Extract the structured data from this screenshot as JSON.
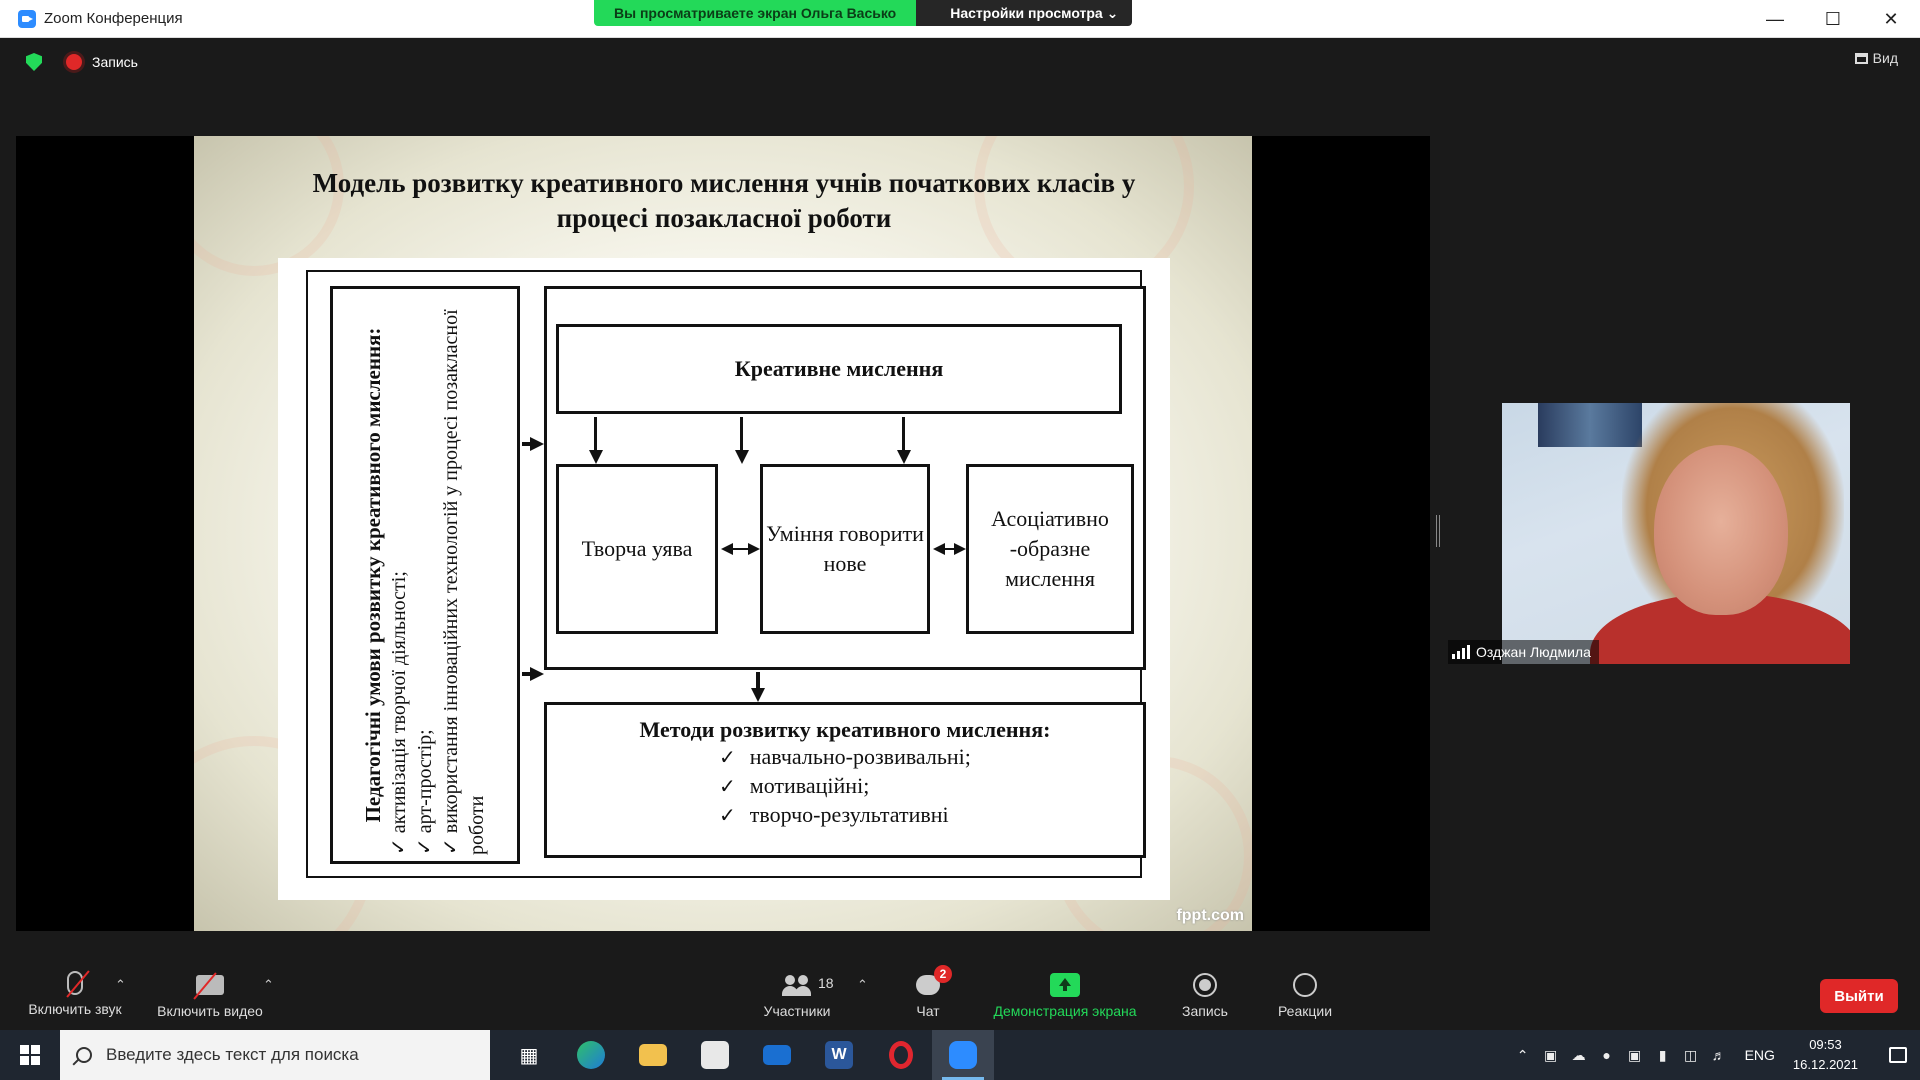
{
  "window": {
    "title": "Zoom Конференция"
  },
  "share_banner": {
    "viewing": "Вы просматриваете экран Ольга Васько",
    "settings": "Настройки просмотра"
  },
  "top": {
    "record_label": "Запись",
    "view_label": "Вид"
  },
  "slide": {
    "title_line1": "Модель розвитку креативного мислення учнів початкових класів у",
    "title_line2": "процесі позакласної роботи",
    "left": {
      "heading": "Педагогічні умови розвитку креативного мислення:",
      "items": [
        "активізація творчої діяльності;",
        "арт-простір;",
        "використання інноваційних технологій у процесі позакласної роботи"
      ]
    },
    "top_box": "Креативне мислення",
    "sub1": "Творча уява",
    "sub2": "Уміння говорити нове",
    "sub3": "Асоціативно -образне мислення",
    "methods": {
      "heading": "Методи розвитку креативного мислення:",
      "items": [
        "навчально-розвивальні;",
        "мотиваційні;",
        "творчо-результативні"
      ]
    },
    "watermark": "fppt.com"
  },
  "participant": {
    "name": "Озджан Людмила"
  },
  "toolbar": {
    "unmute": "Включить звук",
    "video": "Включить видео",
    "participants": "Участники",
    "participants_count": "18",
    "chat": "Чат",
    "chat_badge": "2",
    "share": "Демонстрация экрана",
    "record": "Запись",
    "reactions": "Реакции",
    "exit": "Выйти"
  },
  "taskbar": {
    "search_placeholder": "Введите здесь текст для поиска",
    "lang": "ENG",
    "time": "09:53",
    "date": "16.12.2021",
    "word_letter": "W"
  },
  "colors": {
    "accent_green": "#23d959",
    "exit_red": "#e02828",
    "zoom_blue": "#2d8cff"
  }
}
